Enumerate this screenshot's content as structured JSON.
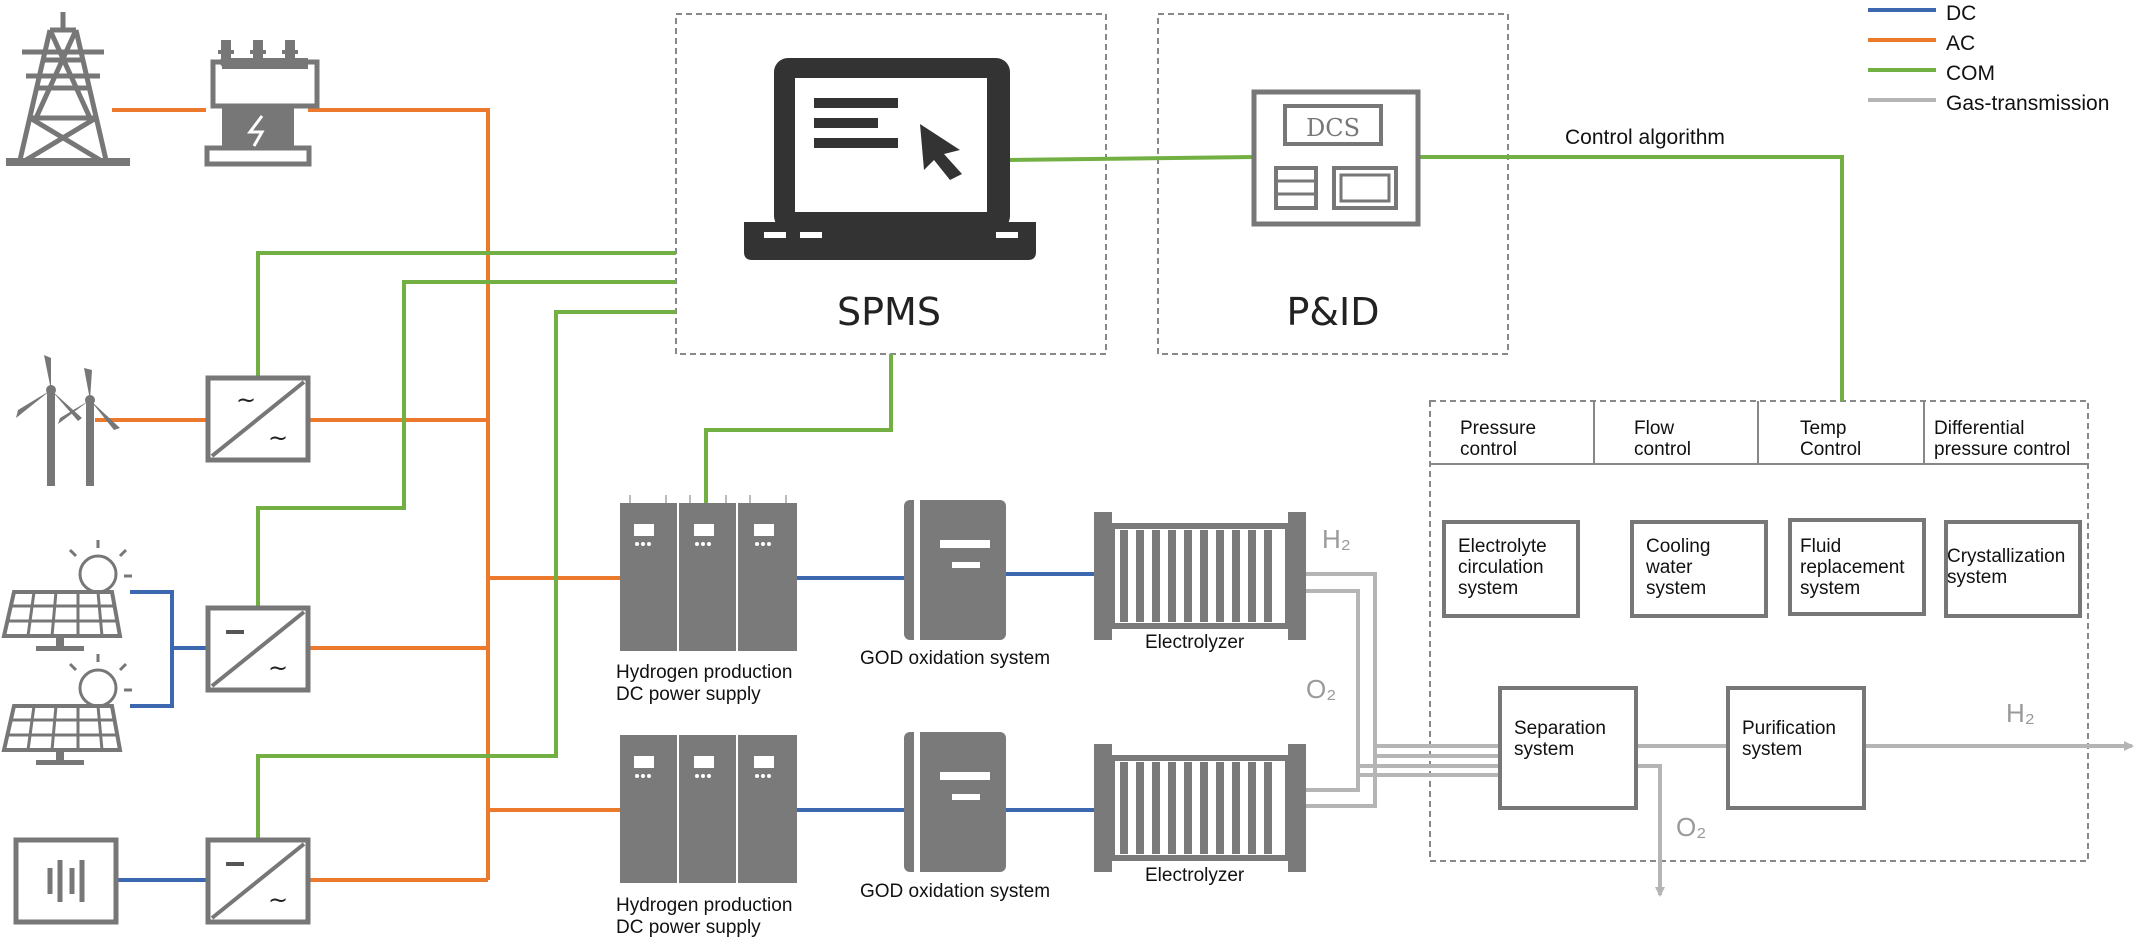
{
  "legend": [
    {
      "label": "DC",
      "color": "#3d68b0"
    },
    {
      "label": "AC",
      "color": "#ec7a2c"
    },
    {
      "label": "COM",
      "color": "#72b043"
    },
    {
      "label": "Gas-transmission",
      "color": "#b5b5b5"
    }
  ],
  "colors": {
    "dc": "#3d68b0",
    "ac": "#ec7a2c",
    "com": "#72b043",
    "gas": "#b5b5b5",
    "device": "#7a7a7a",
    "dark": "#333333"
  },
  "spms": {
    "label": "SPMS"
  },
  "pid": {
    "label": "P&ID",
    "dcs": "DCS"
  },
  "control_algorithm": "Control algorithm",
  "controls": [
    {
      "line1": "Pressure",
      "line2": "control"
    },
    {
      "line1": "Flow",
      "line2": "control"
    },
    {
      "line1": "Temp",
      "line2": "Control"
    },
    {
      "line1": "Differential",
      "line2": "pressure control"
    }
  ],
  "subsystems": [
    {
      "line1": "Electrolyte",
      "line2": "circulation",
      "line3": "system"
    },
    {
      "line1": "Cooling",
      "line2": "water",
      "line3": "system"
    },
    {
      "line1": "Fluid",
      "line2": "replacement",
      "line3": "system"
    },
    {
      "line1": "Crystallization",
      "line2": "system",
      "line3": ""
    }
  ],
  "separation": {
    "line1": "Separation",
    "line2": "system"
  },
  "purification": {
    "line1": "Purification",
    "line2": "system"
  },
  "power_supply": {
    "line1": "Hydrogen production",
    "line2": "DC power supply"
  },
  "god": "GOD oxidation system",
  "electrolyzer": "Electrolyzer",
  "gases": {
    "h2": "H₂",
    "o2": "O₂"
  }
}
